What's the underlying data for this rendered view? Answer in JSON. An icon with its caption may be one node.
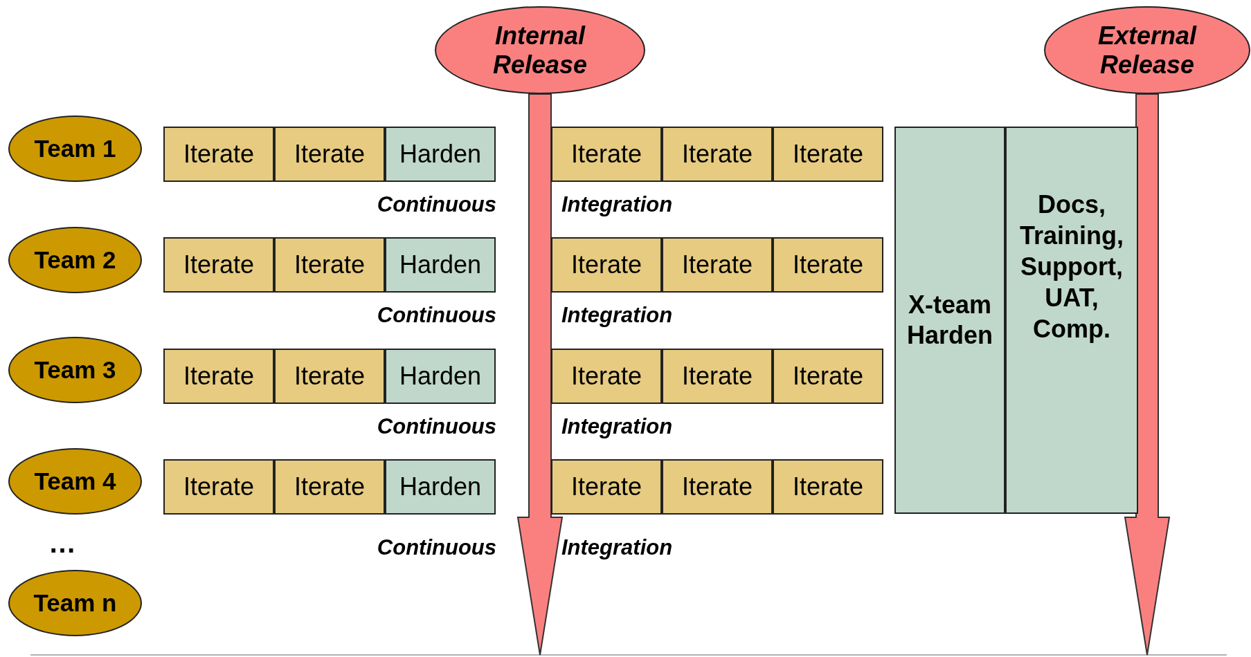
{
  "diagram": {
    "nodes": [
      {
        "text": [
          "Internal Release"
        ]
      },
      {
        "text": [
          "External Release"
        ]
      },
      {
        "text": [
          "Team 1"
        ]
      },
      {
        "text": [
          "Iterate"
        ]
      },
      {
        "text": [
          "Iterate"
        ]
      },
      {
        "text": [
          "Harden"
        ]
      },
      {
        "text": [
          "Iterate"
        ]
      },
      {
        "text": [
          "Iterate"
        ]
      },
      {
        "text": [
          "Iterate"
        ]
      },
      {
        "text": [
          "X-team Harden"
        ]
      },
      {
        "text": [
          "Docs, Training, Support, UAT, Comp."
        ]
      },
      {
        "text": [
          "Team 2"
        ]
      },
      {
        "text": [
          "Iterate"
        ]
      },
      {
        "text": [
          "Iterate"
        ]
      },
      {
        "text": [
          "Harden"
        ]
      },
      {
        "text": [
          "Iterate"
        ]
      },
      {
        "text": [
          "Iterate"
        ]
      },
      {
        "text": [
          "Iterate"
        ]
      },
      {
        "text": [
          "Team 3"
        ]
      },
      {
        "text": [
          "Iterate"
        ]
      },
      {
        "text": [
          "Iterate"
        ]
      },
      {
        "text": [
          "Harden"
        ]
      },
      {
        "text": [
          "Iterate"
        ]
      },
      {
        "text": [
          "Iterate"
        ]
      },
      {
        "text": [
          "Iterate"
        ]
      },
      {
        "text": [
          "Team 4"
        ]
      },
      {
        "text": [
          "Iterate"
        ]
      },
      {
        "text": [
          "Iterate"
        ]
      },
      {
        "text": [
          "Harden"
        ]
      },
      {
        "text": [
          "Iterate"
        ]
      },
      {
        "text": [
          "Iterate"
        ]
      },
      {
        "text": [
          "Iterate"
        ]
      },
      {
        "text": [
          "Team n"
        ]
      }
    ],
    "edges": [
      {
        "from": 0,
        "to": null,
        "arrow": "to"
      },
      {
        "from": 1,
        "to": null,
        "arrow": "to"
      }
    ],
    "labels": [
      "Continuous",
      "Integration",
      "Continuous",
      "Integration",
      "Continuous",
      "Integration",
      "…",
      "Continuous",
      "Integration"
    ]
  }
}
